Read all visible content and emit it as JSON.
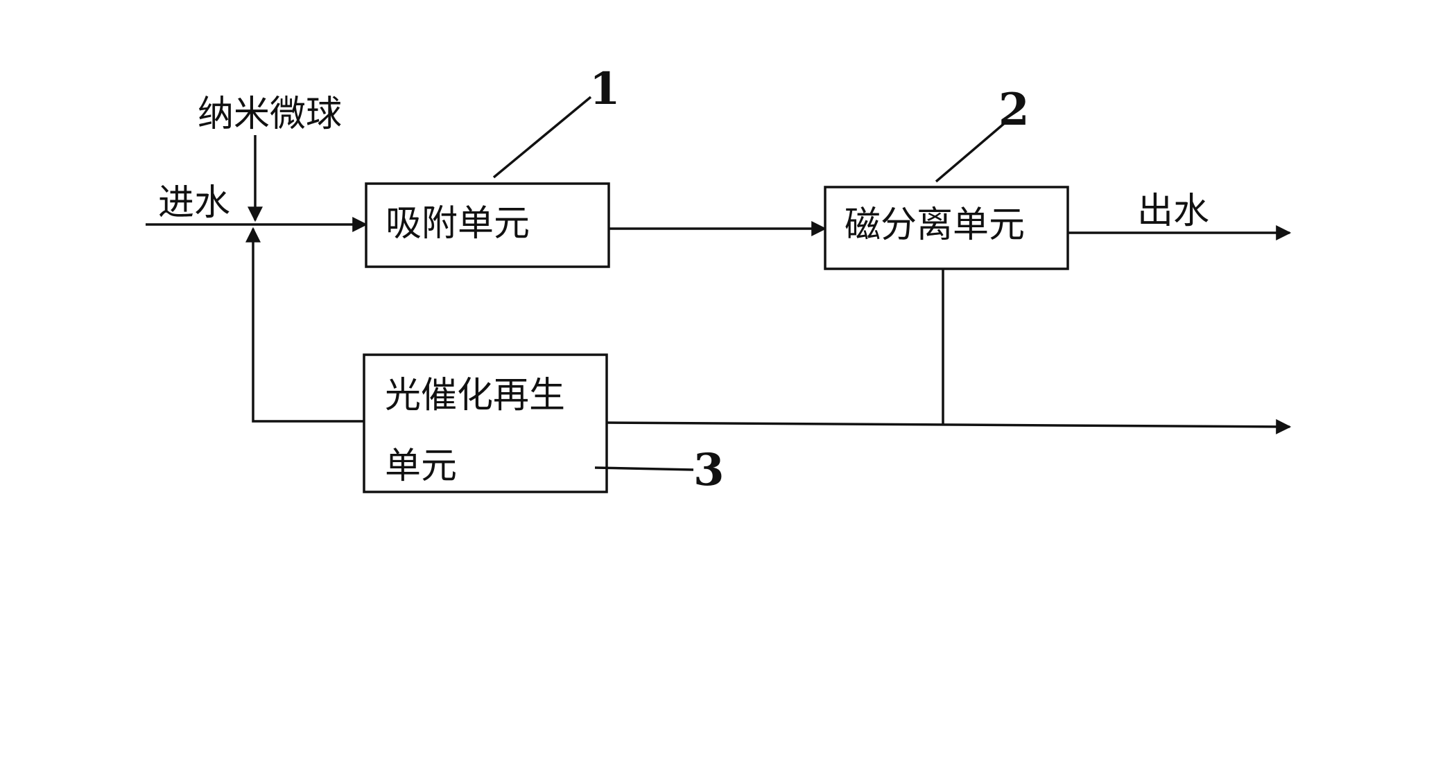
{
  "diagram": {
    "input_label": "进水",
    "additive_label": "纳米微球",
    "output_label": "出水",
    "units": {
      "adsorption": {
        "label": "吸附单元",
        "ref": "1"
      },
      "magnetic": {
        "label": "磁分离单元",
        "ref": "2"
      },
      "photocatalytic": {
        "label_line1": "光催化再生",
        "label_line2": "单元",
        "ref": "3"
      }
    }
  },
  "colors": {
    "stroke": "#111111",
    "background": "#ffffff"
  }
}
